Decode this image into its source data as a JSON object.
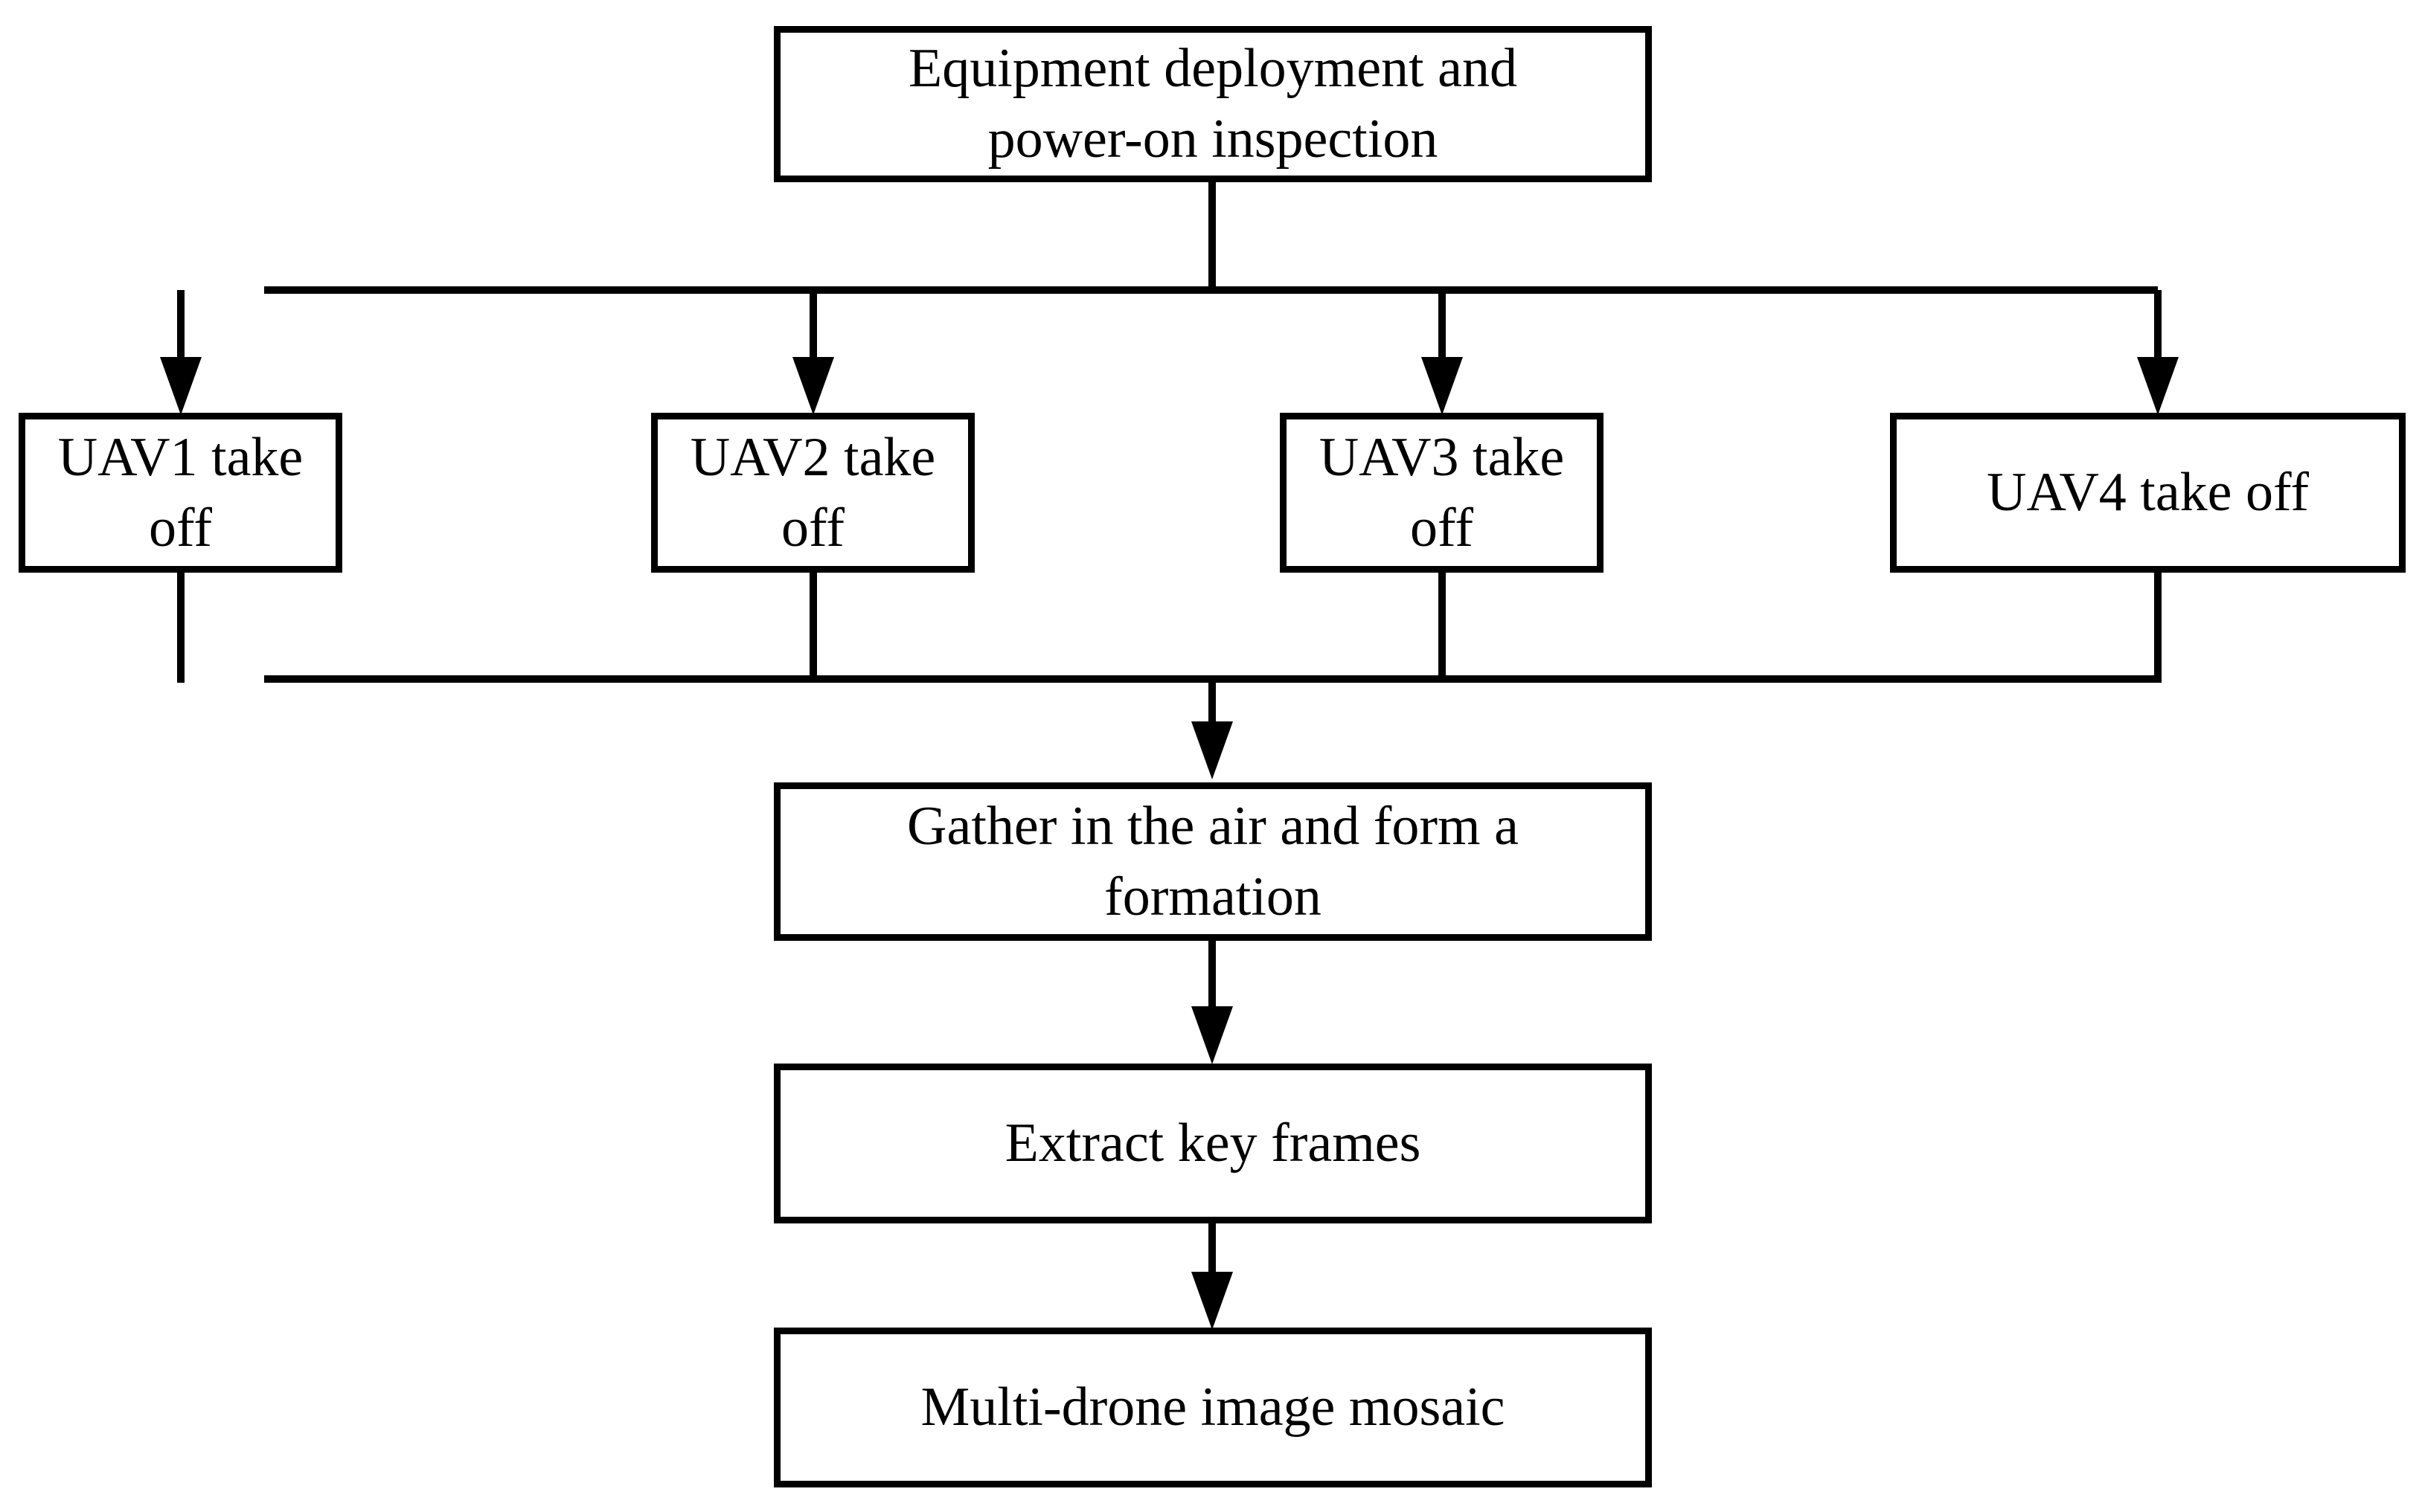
{
  "diagram": {
    "title": "UAV formation image mosaic workflow",
    "background_color": "#ffffff",
    "line_color": "#000000",
    "text_color": "#000000",
    "nodes": {
      "deployment": "Equipment deployment and\npower-on inspection",
      "uav1": "UAV1 take off",
      "uav2": "UAV2 take off",
      "uav3": "UAV3 take off",
      "uav4": "UAV4 take off",
      "gather": "Gather in the air and form a\nformation",
      "extract": "Extract key frames",
      "mosaic": "Multi-drone image mosaic"
    },
    "edges": [
      {
        "from": "deployment",
        "to": "uav1",
        "style": "arrow"
      },
      {
        "from": "deployment",
        "to": "uav2",
        "style": "arrow"
      },
      {
        "from": "deployment",
        "to": "uav3",
        "style": "arrow"
      },
      {
        "from": "deployment",
        "to": "uav4",
        "style": "arrow"
      },
      {
        "from": "uav1",
        "to": "gather",
        "style": "arrow"
      },
      {
        "from": "uav2",
        "to": "gather",
        "style": "arrow"
      },
      {
        "from": "uav3",
        "to": "gather",
        "style": "arrow"
      },
      {
        "from": "uav4",
        "to": "gather",
        "style": "arrow"
      },
      {
        "from": "gather",
        "to": "extract",
        "style": "arrow"
      },
      {
        "from": "extract",
        "to": "mosaic",
        "style": "arrow"
      }
    ]
  }
}
